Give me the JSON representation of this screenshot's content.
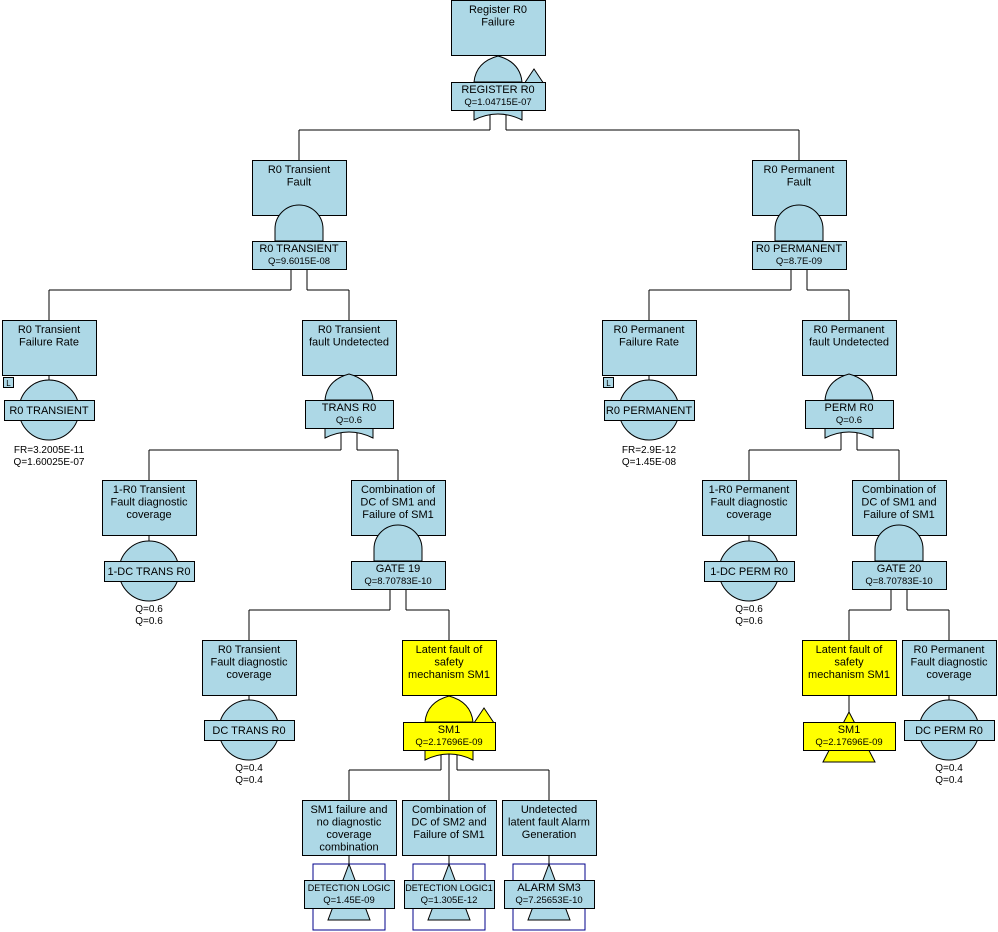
{
  "nodes": {
    "top": {
      "desc": [
        "Register R0",
        "Failure"
      ],
      "gate": "REGISTER R0",
      "q": "Q=1.04715E-07"
    },
    "r0t": {
      "desc": [
        "R0 Transient",
        "Fault"
      ],
      "gate": "R0 TRANSIENT",
      "q": "Q=9.6015E-08"
    },
    "r0p": {
      "desc": [
        "R0 Permanent",
        "Fault"
      ],
      "gate": "R0 PERMANENT",
      "q": "Q=8.7E-09"
    },
    "r0tfr": {
      "desc": [
        "R0 Transient",
        "Failure Rate"
      ],
      "gate": "R0 TRANSIENT",
      "fr": "FR=3.2005E-11",
      "q": "Q=1.60025E-07",
      "tag": "L"
    },
    "r0tu": {
      "desc": [
        "R0 Transient",
        "fault Undetected"
      ],
      "gate": "TRANS R0",
      "q": "Q=0.6"
    },
    "r0pfr": {
      "desc": [
        "R0 Permanent",
        "Failure Rate"
      ],
      "gate": "R0 PERMANENT",
      "fr": "FR=2.9E-12",
      "q": "Q=1.45E-08",
      "tag": "L"
    },
    "r0pu": {
      "desc": [
        "R0 Permanent",
        "fault Undetected"
      ],
      "gate": "PERM R0",
      "q": "Q=0.6"
    },
    "dct1": {
      "desc": [
        "1-R0 Transient",
        "Fault diagnostic",
        "coverage"
      ],
      "gate": "1-DC TRANS R0",
      "q": "Q=0.6",
      "q2": "Q=0.6"
    },
    "comb19": {
      "desc": [
        "Combination of",
        "DC of SM1 and",
        "Failure of SM1"
      ],
      "gate": "GATE 19",
      "q": "Q=8.70783E-10"
    },
    "dcp1": {
      "desc": [
        "1-R0 Permanent",
        "Fault diagnostic",
        "coverage"
      ],
      "gate": "1-DC PERM R0",
      "q": "Q=0.6",
      "q2": "Q=0.6"
    },
    "comb20": {
      "desc": [
        "Combination of",
        "DC of SM1 and",
        "Failure of SM1"
      ],
      "gate": "GATE 20",
      "q": "Q=8.70783E-10"
    },
    "dct": {
      "desc": [
        "R0 Transient",
        "Fault diagnostic",
        "coverage"
      ],
      "gate": "DC TRANS R0",
      "q": "Q=0.4",
      "q2": "Q=0.4"
    },
    "lat19": {
      "desc": [
        "Latent fault of",
        "safety",
        "mechanism SM1"
      ],
      "gate": "SM1",
      "q": "Q=2.17696E-09"
    },
    "lat20": {
      "desc": [
        "Latent fault of",
        "safety",
        "mechanism SM1"
      ],
      "gate": "SM1",
      "q": "Q=2.17696E-09"
    },
    "dcp": {
      "desc": [
        "R0 Permanent",
        "Fault diagnostic",
        "coverage"
      ],
      "gate": "DC PERM R0",
      "q": "Q=0.4",
      "q2": "Q=0.4"
    },
    "sm1f": {
      "desc": [
        "SM1 failure and",
        "no diagnostic",
        "coverage",
        "combination"
      ],
      "gate": "DETECTION LOGIC",
      "q": "Q=1.45E-09"
    },
    "comb2": {
      "desc": [
        "Combination of",
        "DC of SM2 and",
        "Failure of SM1"
      ],
      "gate": "DETECTION LOGIC1",
      "q": "Q=1.305E-12"
    },
    "undet": {
      "desc": [
        "Undetected",
        "latent fault Alarm",
        "Generation"
      ],
      "gate": "ALARM SM3",
      "q": "Q=7.25653E-10"
    }
  }
}
